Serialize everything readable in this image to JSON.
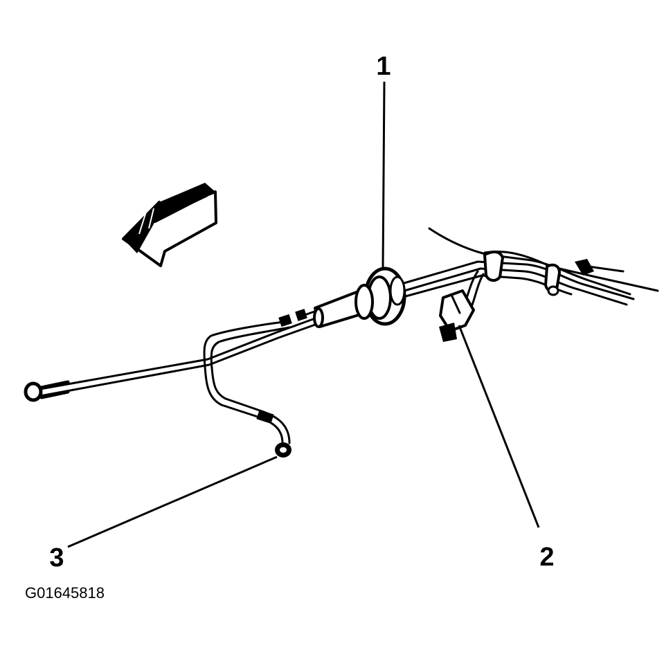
{
  "figure_id": "G01645818",
  "callouts": [
    {
      "label": "1"
    },
    {
      "label": "2"
    },
    {
      "label": "3"
    }
  ],
  "icons": {
    "direction_arrow": "forward-direction-arrow-icon",
    "harness": "wiring-harness-icon",
    "grommet": "grommet-icon",
    "connector": "electrical-connector-icon",
    "ground_eyelet": "ground-eyelet-icon"
  },
  "colors": {
    "ink": "#000000",
    "background": "#ffffff"
  }
}
